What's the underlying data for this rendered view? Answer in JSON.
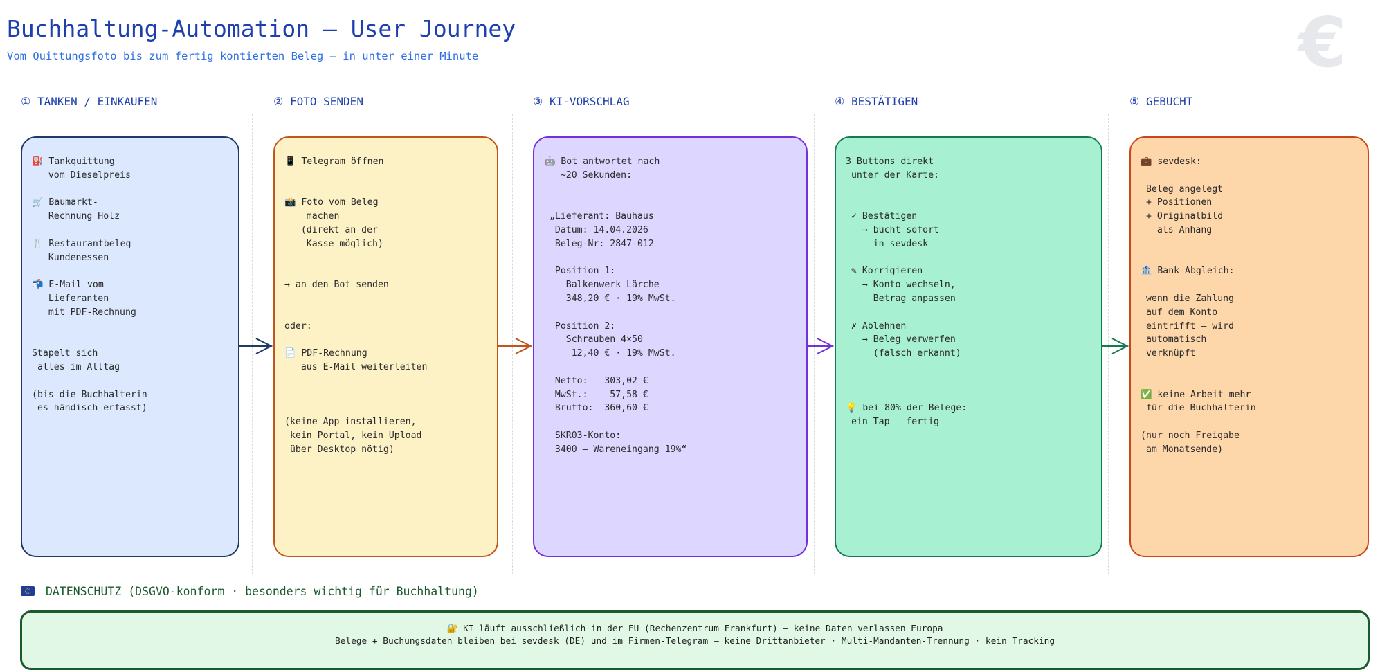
{
  "header": {
    "title": "Buchhaltung-Automation — User Journey",
    "subtitle": "Vom Quittungsfoto bis zum fertig kontierten Beleg — in unter einer Minute",
    "watermark": "€"
  },
  "stages": [
    {
      "number": "①",
      "title": "TANKEN / EINKAUFEN",
      "border_color": "#1e3a66",
      "fill_color": "#dbe8fd",
      "text": "⛽ Tankquittung\n   vom Dieselpreis\n\n🛒 Baumarkt-\n   Rechnung Holz\n\n🍴 Restaurantbeleg\n   Kundenessen\n\n📬 E-Mail vom\n   Lieferanten\n   mit PDF-Rechnung\n\n\nStapelt sich\n alles im Alltag\n\n(bis die Buchhalterin\n es händisch erfasst)"
    },
    {
      "number": "②",
      "title": "FOTO SENDEN",
      "border_color": "#c2561a",
      "fill_color": "#fdf1c6",
      "text": "📱 Telegram öffnen\n\n\n📸 Foto vom Beleg\n    machen\n   (direkt an der\n    Kasse möglich)\n\n\n→ an den Bot senden\n\n\noder:\n\n📄 PDF-Rechnung\n   aus E-Mail weiterleiten\n\n\n\n(keine App installieren,\n kein Portal, kein Upload\n über Desktop nötig)"
    },
    {
      "number": "③",
      "title": "KI-VORSCHLAG",
      "border_color": "#7132d8",
      "fill_color": "#ddd6fe",
      "text": "🤖 Bot antwortet nach\n   ~20 Sekunden:\n\n\n „Lieferant: Bauhaus\n  Datum: 14.04.2026\n  Beleg-Nr: 2847-012\n\n  Position 1:\n    Balkenwerk Lärche\n    348,20 € · 19% MwSt.\n\n  Position 2:\n    Schrauben 4×50\n     12,40 € · 19% MwSt.\n\n  Netto:   303,02 €\n  MwSt.:    57,58 €\n  Brutto:  360,60 €\n\n  SKR03-Konto:\n  3400 — Wareneingang 19%“"
    },
    {
      "number": "④",
      "title": "BESTÄTIGEN",
      "border_color": "#157a52",
      "fill_color": "#a8f0d2",
      "text": "3 Buttons direkt\n unter der Karte:\n\n\n ✓ Bestätigen\n   → bucht sofort\n     in sevdesk\n\n ✎ Korrigieren\n   → Konto wechseln,\n     Betrag anpassen\n\n ✗ Ablehnen\n   → Beleg verwerfen\n     (falsch erkannt)\n\n\n\n💡 bei 80% der Belege:\n ein Tap — fertig"
    },
    {
      "number": "⑤",
      "title": "GEBUCHT",
      "border_color": "#c8461a",
      "fill_color": "#fdd6aa",
      "text": "💼 sevdesk:\n\n Beleg angelegt\n + Positionen\n + Originalbild\n   als Anhang\n\n\n🏦 Bank-Abgleich:\n\n wenn die Zahlung\n auf dem Konto\n eintrifft — wird\n automatisch\n verknüpft\n\n\n✅ keine Arbeit mehr\n für die Buchhalterin\n\n(nur noch Freigabe\n am Monatsende)"
    }
  ],
  "dsgvo": {
    "heading": "DATENSCHUTZ (DSGVO-konform · besonders wichtig für Buchhaltung)",
    "line1": "🔐  KI läuft ausschließlich in der EU (Rechenzentrum Frankfurt) — keine Daten verlassen Europa",
    "line2": "Belege + Buchungsdaten bleiben bei sevdesk (DE) und im Firmen-Telegram — keine Drittanbieter · Multi-Mandanten-Trennung · kein Tracking"
  }
}
